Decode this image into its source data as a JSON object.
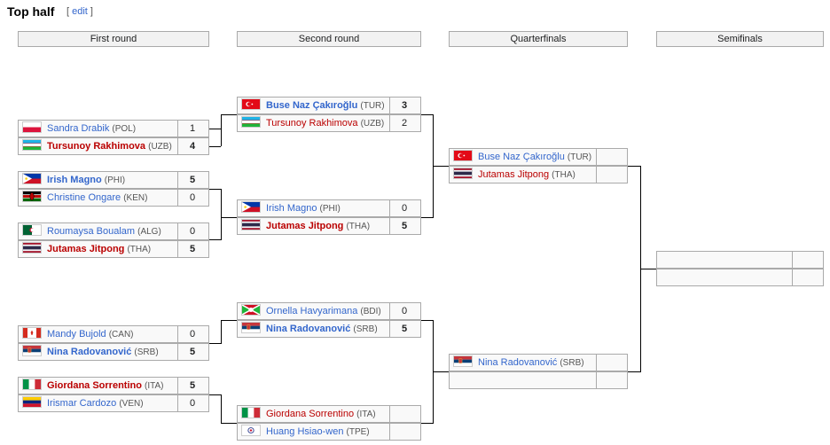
{
  "page": {
    "title": "Top half",
    "edit_label": "edit"
  },
  "rounds": [
    "First round",
    "Second round",
    "Quarterfinals",
    "Semifinals"
  ],
  "slots": [
    {
      "name": "Sandra Drabik",
      "country": "(POL)",
      "score": "1",
      "winner": false,
      "flag": "POL"
    },
    {
      "name": "Tursunoy Rakhimova",
      "country": "(UZB)",
      "score": "4",
      "winner": true,
      "flag": "UZB"
    },
    {
      "name": "Irish Magno",
      "country": "(PHI)",
      "score": "5",
      "winner": true,
      "flag": "PHI"
    },
    {
      "name": "Christine Ongare",
      "country": "(KEN)",
      "score": "0",
      "winner": false,
      "flag": "KEN"
    },
    {
      "name": "Roumaysa Boualam",
      "country": "(ALG)",
      "score": "0",
      "winner": false,
      "flag": "ALG"
    },
    {
      "name": "Jutamas Jitpong",
      "country": "(THA)",
      "score": "5",
      "winner": true,
      "flag": "THA"
    },
    {
      "name": "Mandy Bujold",
      "country": "(CAN)",
      "score": "0",
      "winner": false,
      "flag": "CAN"
    },
    {
      "name": "Nina Radovanović",
      "country": "(SRB)",
      "score": "5",
      "winner": true,
      "flag": "SRB"
    },
    {
      "name": "Giordana Sorrentino",
      "country": "(ITA)",
      "score": "5",
      "winner": true,
      "flag": "ITA"
    },
    {
      "name": "Irismar Cardozo",
      "country": "(VEN)",
      "score": "0",
      "winner": false,
      "flag": "VEN"
    },
    {
      "name": "Buse Naz Çakıroğlu",
      "country": "(TUR)",
      "score": "3",
      "winner": true,
      "flag": "TUR"
    },
    {
      "name": "Tursunoy Rakhimova",
      "country": "(UZB)",
      "score": "2",
      "winner": false,
      "flag": "UZB"
    },
    {
      "name": "Irish Magno",
      "country": "(PHI)",
      "score": "0",
      "winner": false,
      "flag": "PHI"
    },
    {
      "name": "Jutamas Jitpong",
      "country": "(THA)",
      "score": "5",
      "winner": true,
      "flag": "THA"
    },
    {
      "name": "Ornella Havyarimana",
      "country": "(BDI)",
      "score": "0",
      "winner": false,
      "flag": "BDI"
    },
    {
      "name": "Nina Radovanović",
      "country": "(SRB)",
      "score": "5",
      "winner": true,
      "flag": "SRB"
    },
    {
      "name": "Giordana Sorrentino",
      "country": "(ITA)",
      "score": "",
      "winner": false,
      "flag": "ITA"
    },
    {
      "name": "Huang Hsiao-wen",
      "country": "(TPE)",
      "score": "",
      "winner": false,
      "flag": "TPE"
    },
    {
      "name": "Buse Naz Çakıroğlu",
      "country": "(TUR)",
      "score": "",
      "winner": false,
      "flag": "TUR"
    },
    {
      "name": "Jutamas Jitpong",
      "country": "(THA)",
      "score": "",
      "winner": false,
      "flag": "THA"
    },
    {
      "name": "Nina Radovanović",
      "country": "(SRB)",
      "score": "",
      "winner": false,
      "flag": "SRB"
    },
    {
      "name": "",
      "country": "",
      "score": "",
      "winner": false,
      "flag": ""
    },
    {
      "name": "",
      "country": "",
      "score": "",
      "winner": false,
      "flag": ""
    },
    {
      "name": "",
      "country": "",
      "score": "",
      "winner": false,
      "flag": ""
    }
  ],
  "red_names": [
    "Tursunoy Rakhimova",
    "Jutamas Jitpong",
    "Giordana Sorrentino"
  ]
}
